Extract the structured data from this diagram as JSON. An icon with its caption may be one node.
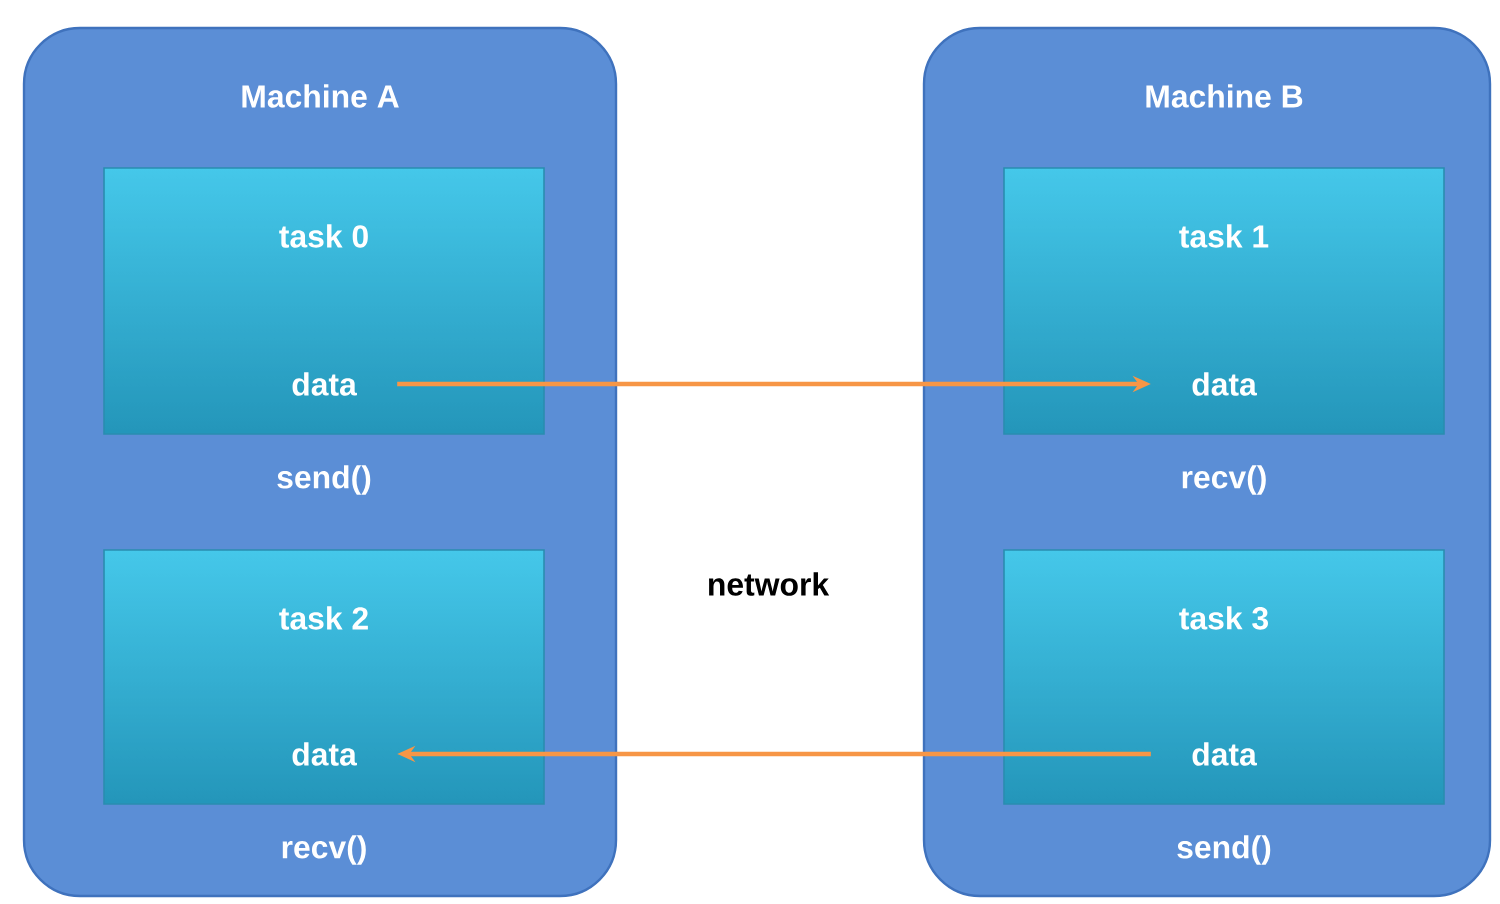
{
  "diagram": {
    "nodes": [
      {
        "text": [
          "Machine A"
        ]
      },
      {
        "text": [
          "task 0"
        ],
        "in": 0,
        "beside": [
          "send()"
        ]
      },
      {
        "text": [
          "data"
        ],
        "in": 1
      },
      {
        "text": [
          "task 2"
        ],
        "in": 0,
        "beside": [
          "recv()"
        ]
      },
      {
        "text": [
          "data"
        ],
        "in": 3
      },
      {
        "text": [
          "Machine B"
        ]
      },
      {
        "text": [
          "task 1"
        ],
        "in": 5,
        "beside": [
          "recv()"
        ]
      },
      {
        "text": [
          "data"
        ],
        "in": 6
      },
      {
        "text": [
          "task 3"
        ],
        "in": 5,
        "beside": [
          "send()"
        ]
      },
      {
        "text": [
          "data"
        ],
        "in": 8
      }
    ],
    "edges": [
      {
        "from": 2,
        "to": 7,
        "arrow": "to",
        "color": "#f79646"
      },
      {
        "from": 9,
        "to": 4,
        "arrow": "to",
        "color": "#f79646"
      }
    ],
    "labels": [
      "network"
    ]
  }
}
